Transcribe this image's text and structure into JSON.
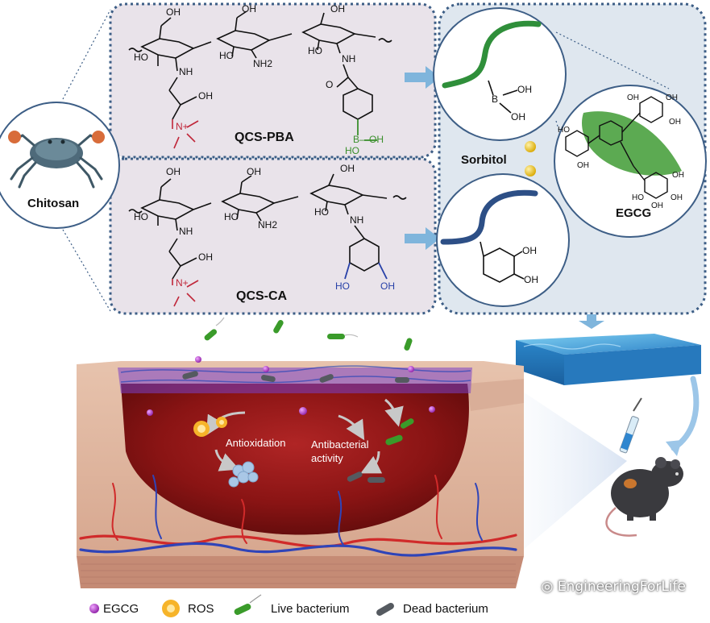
{
  "labels": {
    "chitosan": "Chitosan",
    "qcs_pba": "QCS-PBA",
    "qcs_ca": "QCS-CA",
    "sorbitol": "Sorbitol",
    "egcg": "EGCG",
    "antioxidation": "Antioxidation",
    "antibacterial_line1": "Antibacterial",
    "antibacterial_line2": "activity"
  },
  "chem_text": {
    "oh": "OH",
    "ho": "HO",
    "nh": "NH",
    "nh2": "NH2",
    "o": "O",
    "n_plus": "N+",
    "b": "B",
    "b_oh": "B—OH"
  },
  "legend": [
    {
      "icon": "egcg-dot-icon",
      "label": "EGCG"
    },
    {
      "icon": "ros-icon",
      "label": "ROS"
    },
    {
      "icon": "live-bacterium-icon",
      "label": "Live bacterium"
    },
    {
      "icon": "dead-bacterium-icon",
      "label": "Dead bacterium"
    }
  ],
  "watermark": "EngineeringForLife",
  "colors": {
    "panel_fill": "#e9e3ea",
    "right_panel_fill": "#dfe7ef",
    "dotted_border": "#3d5e86",
    "pba_green": "#3a8f2c",
    "ca_blue": "#2740a8",
    "quat_red": "#c0273a",
    "wound_red": "#8e1212",
    "hydrogel_blue": "#2f8ad0",
    "egcg_purple": "#a634b8",
    "ros_orange": "#f4a21d",
    "live_green": "#3a9b2a",
    "dead_gray": "#555a60"
  }
}
